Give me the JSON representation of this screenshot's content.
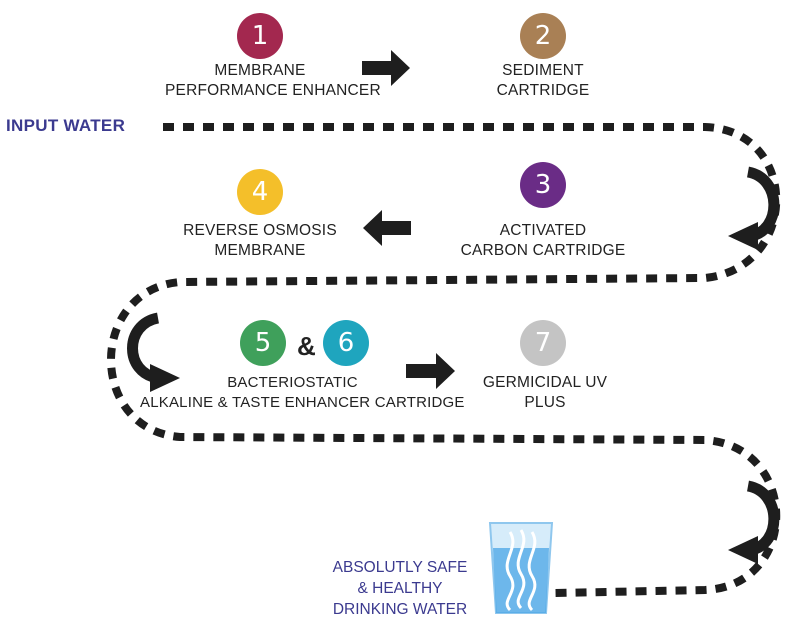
{
  "colors": {
    "step1": "#a3284f",
    "step2": "#a98055",
    "step3": "#6a2c86",
    "step4": "#f4bf2a",
    "step5": "#3fa05b",
    "step6": "#1fa5be",
    "step7": "#c4c4c4",
    "path": "#1e1e1e",
    "title": "#3b3a8f"
  },
  "input_label": "INPUT WATER",
  "steps": [
    {
      "number": "1",
      "lines": [
        "MEMBRANE",
        "PERFORMANCE ENHANCER"
      ]
    },
    {
      "number": "2",
      "lines": [
        "SEDIMENT",
        "CARTRIDGE"
      ]
    },
    {
      "number": "3",
      "lines": [
        "ACTIVATED",
        "CARBON CARTRIDGE"
      ]
    },
    {
      "number": "4",
      "lines": [
        "REVERSE OSMOSIS",
        "MEMBRANE"
      ]
    },
    {
      "number": "5"
    },
    {
      "number": "6"
    },
    {
      "number": "7",
      "lines": [
        "GERMICIDAL UV",
        "PLUS"
      ]
    }
  ],
  "combined_step": {
    "ampersand": "&",
    "lines": [
      "BACTERIOSTATIC",
      "ALKALINE & TASTE ENHANCER CARTRIDGE"
    ]
  },
  "output_lines": [
    "ABSOLUTLY SAFE",
    "& HEALTHY",
    "DRINKING WATER"
  ],
  "icons": [
    "arrow-right-icon",
    "arrow-left-icon",
    "curve-arrow-icon",
    "water-glass-icon"
  ]
}
